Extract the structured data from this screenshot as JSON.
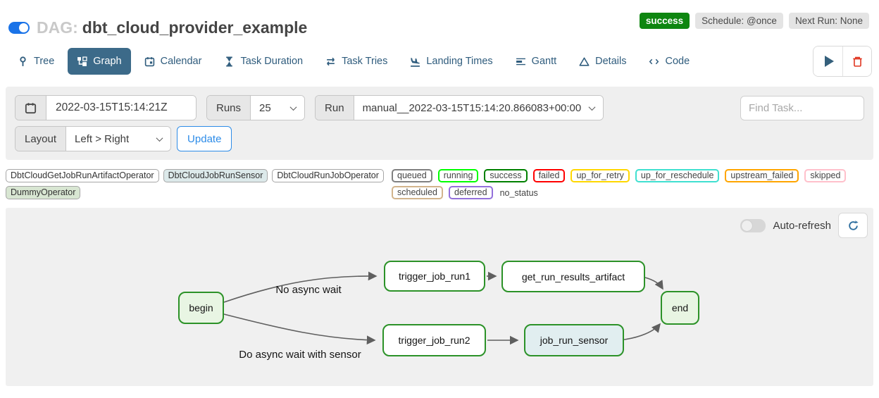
{
  "header": {
    "dag_prefix": "DAG:",
    "dag_title": "dbt_cloud_provider_example",
    "status_badge": "success",
    "schedule_badge": "Schedule: @once",
    "next_run_badge": "Next Run: None",
    "status_color": "#0e8610"
  },
  "tabs": [
    {
      "label": "Tree",
      "icon": "tree-icon",
      "active": false
    },
    {
      "label": "Graph",
      "icon": "graph-icon",
      "active": true
    },
    {
      "label": "Calendar",
      "icon": "calendar-icon",
      "active": false
    },
    {
      "label": "Task Duration",
      "icon": "hourglass-icon",
      "active": false
    },
    {
      "label": "Task Tries",
      "icon": "repeat-icon",
      "active": false
    },
    {
      "label": "Landing Times",
      "icon": "plane-landing-icon",
      "active": false
    },
    {
      "label": "Gantt",
      "icon": "gantt-icon",
      "active": false
    },
    {
      "label": "Details",
      "icon": "details-icon",
      "active": false
    },
    {
      "label": "Code",
      "icon": "code-icon",
      "active": false
    }
  ],
  "actions": {
    "trigger_icon": "play-icon",
    "delete_icon": "trash-icon"
  },
  "filters": {
    "date_value": "2022-03-15T15:14:21Z",
    "runs_label": "Runs",
    "runs_value": "25",
    "run_label": "Run",
    "run_value": "manual__2022-03-15T15:14:20.866083+00:00",
    "find_task_placeholder": "Find Task...",
    "layout_label": "Layout",
    "layout_value": "Left > Right",
    "update_button": "Update"
  },
  "legend": {
    "operators": [
      {
        "label": "DbtCloudGetJobRunArtifactOperator",
        "fill": "#ffffff"
      },
      {
        "label": "DbtCloudJobRunSensor",
        "fill": "#dce9ea"
      },
      {
        "label": "DbtCloudRunJobOperator",
        "fill": "#ffffff"
      },
      {
        "label": "DummyOperator",
        "fill": "#d8e6d2"
      }
    ],
    "statuses": [
      {
        "label": "queued",
        "border": "#808080"
      },
      {
        "label": "running",
        "border": "#00ff00"
      },
      {
        "label": "success",
        "border": "#008000"
      },
      {
        "label": "failed",
        "border": "#ff0000"
      },
      {
        "label": "up_for_retry",
        "border": "#ffd700"
      },
      {
        "label": "up_for_reschedule",
        "border": "#40e0d0"
      },
      {
        "label": "upstream_failed",
        "border": "#ffa500"
      },
      {
        "label": "skipped",
        "border": "#ffc0cb"
      },
      {
        "label": "scheduled",
        "border": "#d2b48c"
      },
      {
        "label": "deferred",
        "border": "#9370db"
      }
    ],
    "no_status_label": "no_status"
  },
  "graph": {
    "auto_refresh_label": "Auto-refresh",
    "refresh_icon": "refresh-icon",
    "node_border_color": "#2c9228",
    "nodes": [
      {
        "id": "begin",
        "label": "begin",
        "fill": "#e8f5e3"
      },
      {
        "id": "trigger_job_run1",
        "label": "trigger_job_run1",
        "fill": "#ffffff"
      },
      {
        "id": "get_run_results_artifact",
        "label": "get_run_results_artifact",
        "fill": "#ffffff"
      },
      {
        "id": "trigger_job_run2",
        "label": "trigger_job_run2",
        "fill": "#ffffff"
      },
      {
        "id": "job_run_sensor",
        "label": "job_run_sensor",
        "fill": "#e1eef0"
      },
      {
        "id": "end",
        "label": "end",
        "fill": "#e8f5e3"
      }
    ],
    "edge_labels": [
      "No async wait",
      "Do async wait with sensor"
    ],
    "edges": [
      "begin->trigger_job_run1",
      "begin->trigger_job_run2",
      "trigger_job_run1->get_run_results_artifact",
      "trigger_job_run2->job_run_sensor",
      "get_run_results_artifact->end",
      "job_run_sensor->end"
    ]
  }
}
